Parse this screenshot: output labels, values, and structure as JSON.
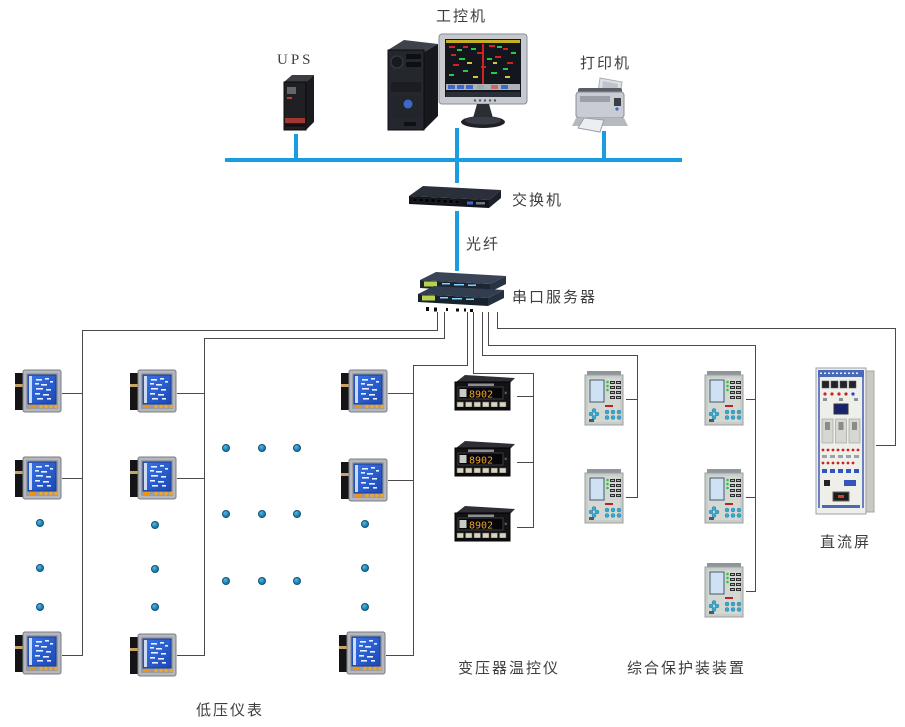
{
  "labels": {
    "industrial_pc": "工控机",
    "ups": "UPS",
    "printer": "打印机",
    "switch": "交换机",
    "fiber": "光纤",
    "serial_server": "串口服务器",
    "lv_meters": "低压仪表",
    "temp_controllers": "变压器温控仪",
    "protection_devices": "综合保护装装置",
    "dc_panel": "直流屏"
  },
  "temp_display": "8902",
  "device_counts": {
    "lv_meters": 9,
    "temp_controllers": 3,
    "protection_devices": 5,
    "dc_panels": 1
  },
  "colors": {
    "bus_line": "#1a9ce1",
    "signal_wire": "#4a4a4a",
    "ellipsis_dot": "#1f85b8",
    "label_text": "#3e3e3e"
  }
}
